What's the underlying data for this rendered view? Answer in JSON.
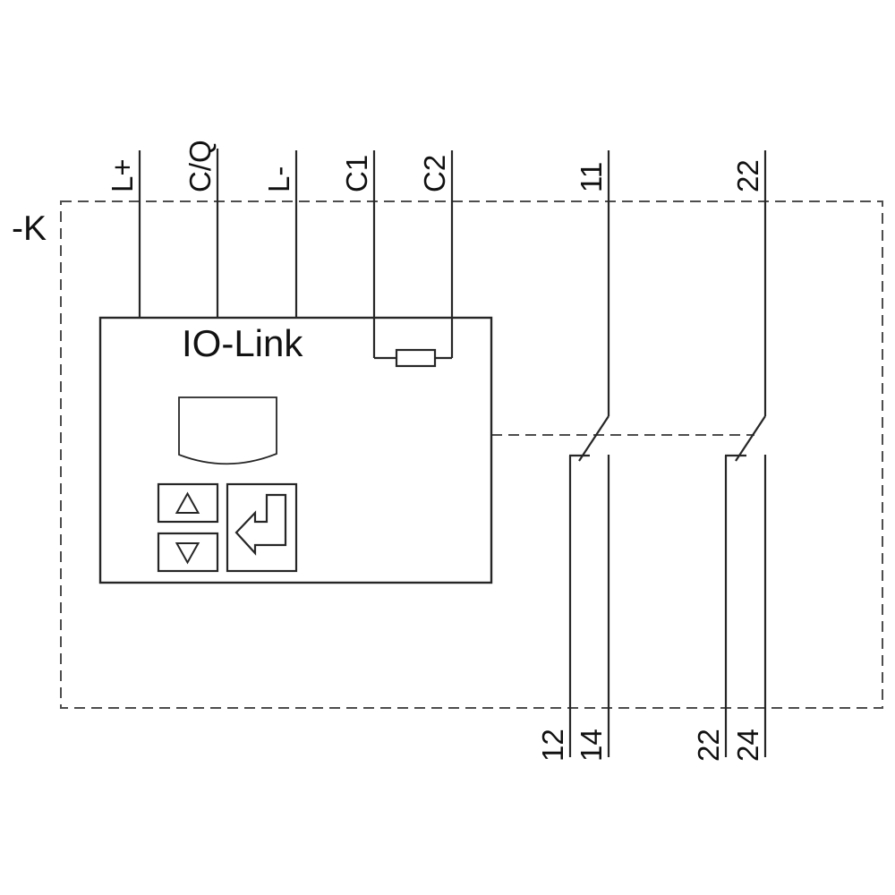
{
  "colors": {
    "background": "#ffffff",
    "solid_line": "#262626",
    "dashed_line": "#4d4d4d",
    "text": "#111111"
  },
  "diagram": {
    "designation": "-K",
    "device": {
      "label": "IO-Link",
      "display": "device-display",
      "buttons": {
        "up_icon": "triangle-up",
        "down_icon": "triangle-down",
        "enter_icon": "return-arrow"
      }
    },
    "components": {
      "resistor": "resistor-between-C1-C2",
      "contact_1": "changeover-contact 11-12-14",
      "contact_2": "changeover-contact 22-22-24",
      "actuation_link": "dashed-mechanical-link"
    },
    "top_terminals": [
      {
        "label": "L+"
      },
      {
        "label": "C/Q"
      },
      {
        "label": "L-"
      },
      {
        "label": "C1"
      },
      {
        "label": "C2"
      },
      {
        "label": "11"
      },
      {
        "label": "22"
      }
    ],
    "bottom_terminals": [
      {
        "label": "12"
      },
      {
        "label": "14"
      },
      {
        "label": "22"
      },
      {
        "label": "24"
      }
    ]
  }
}
